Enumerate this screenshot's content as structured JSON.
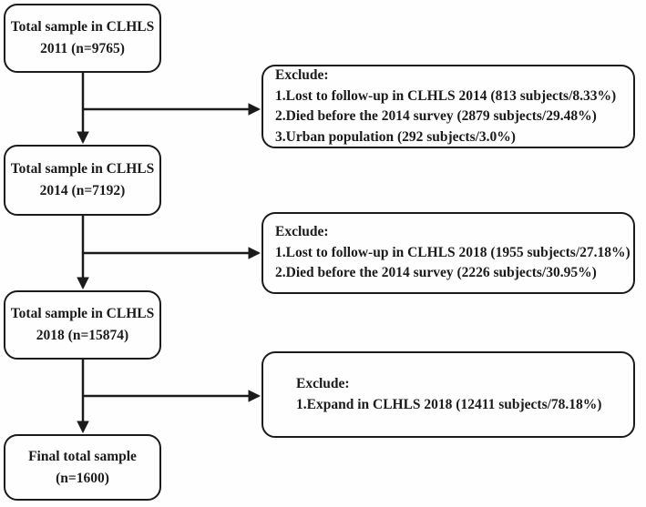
{
  "flowchart": {
    "colors": {
      "line": "#1b1b1b",
      "text": "#1b1b1b",
      "box_background": "#fefefe"
    },
    "main_boxes": [
      {
        "line1": "Total sample in CLHLS",
        "line2": "2011 (n=9765)"
      },
      {
        "line1": "Total sample in CLHLS",
        "line2": "2014 (n=7192)"
      },
      {
        "line1": "Total sample in CLHLS",
        "line2": "2018 (n=15874)"
      },
      {
        "line1": "Final total sample",
        "line2": "(n=1600)"
      }
    ],
    "exclude_boxes": [
      {
        "title": "Exclude:",
        "item1": "1.Lost to follow-up in CLHLS 2014 (813 subjects/8.33%)",
        "item2": "2.Died before the 2014 survey (2879 subjects/29.48%)",
        "item3": "3.Urban population (292 subjects/3.0%)"
      },
      {
        "title": "Exclude:",
        "item1": "1.Lost to follow-up in CLHLS 2018 (1955 subjects/27.18%)",
        "item2": "2.Died before the 2014 survey (2226 subjects/30.95%)"
      },
      {
        "title": "Exclude:",
        "item1": "1.Expand in CLHLS 2018 (12411 subjects/78.18%)"
      }
    ]
  }
}
